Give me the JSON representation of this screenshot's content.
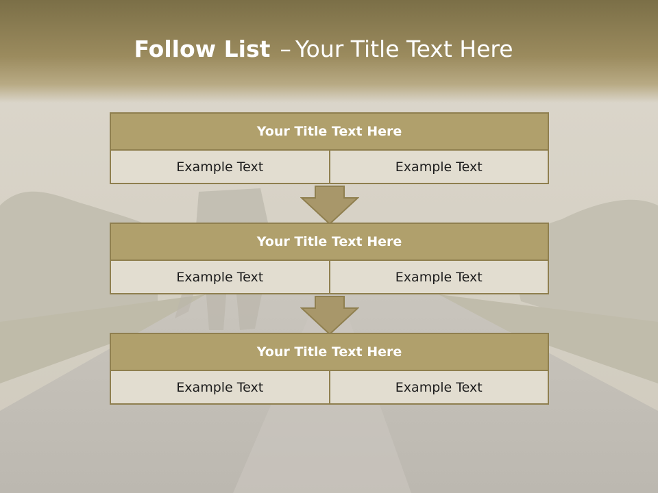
{
  "slide": {
    "title_bold": "Follow List",
    "title_dash": "–",
    "title_rest": "Your Title Text Here"
  },
  "blocks": [
    {
      "title": "Your Title Text Here",
      "cells": [
        "Example Text",
        "Example Text"
      ]
    },
    {
      "title": "Your Title Text Here",
      "cells": [
        "Example Text",
        "Example Text"
      ]
    },
    {
      "title": "Your Title Text Here",
      "cells": [
        "Example Text",
        "Example Text"
      ]
    }
  ],
  "colors": {
    "header_band": "#8f7f55",
    "block_title_fill": "#b0a06c",
    "block_border": "#8f7f4f",
    "cell_fill": "#e2ddd0",
    "arrow_fill": "#a8976a"
  }
}
